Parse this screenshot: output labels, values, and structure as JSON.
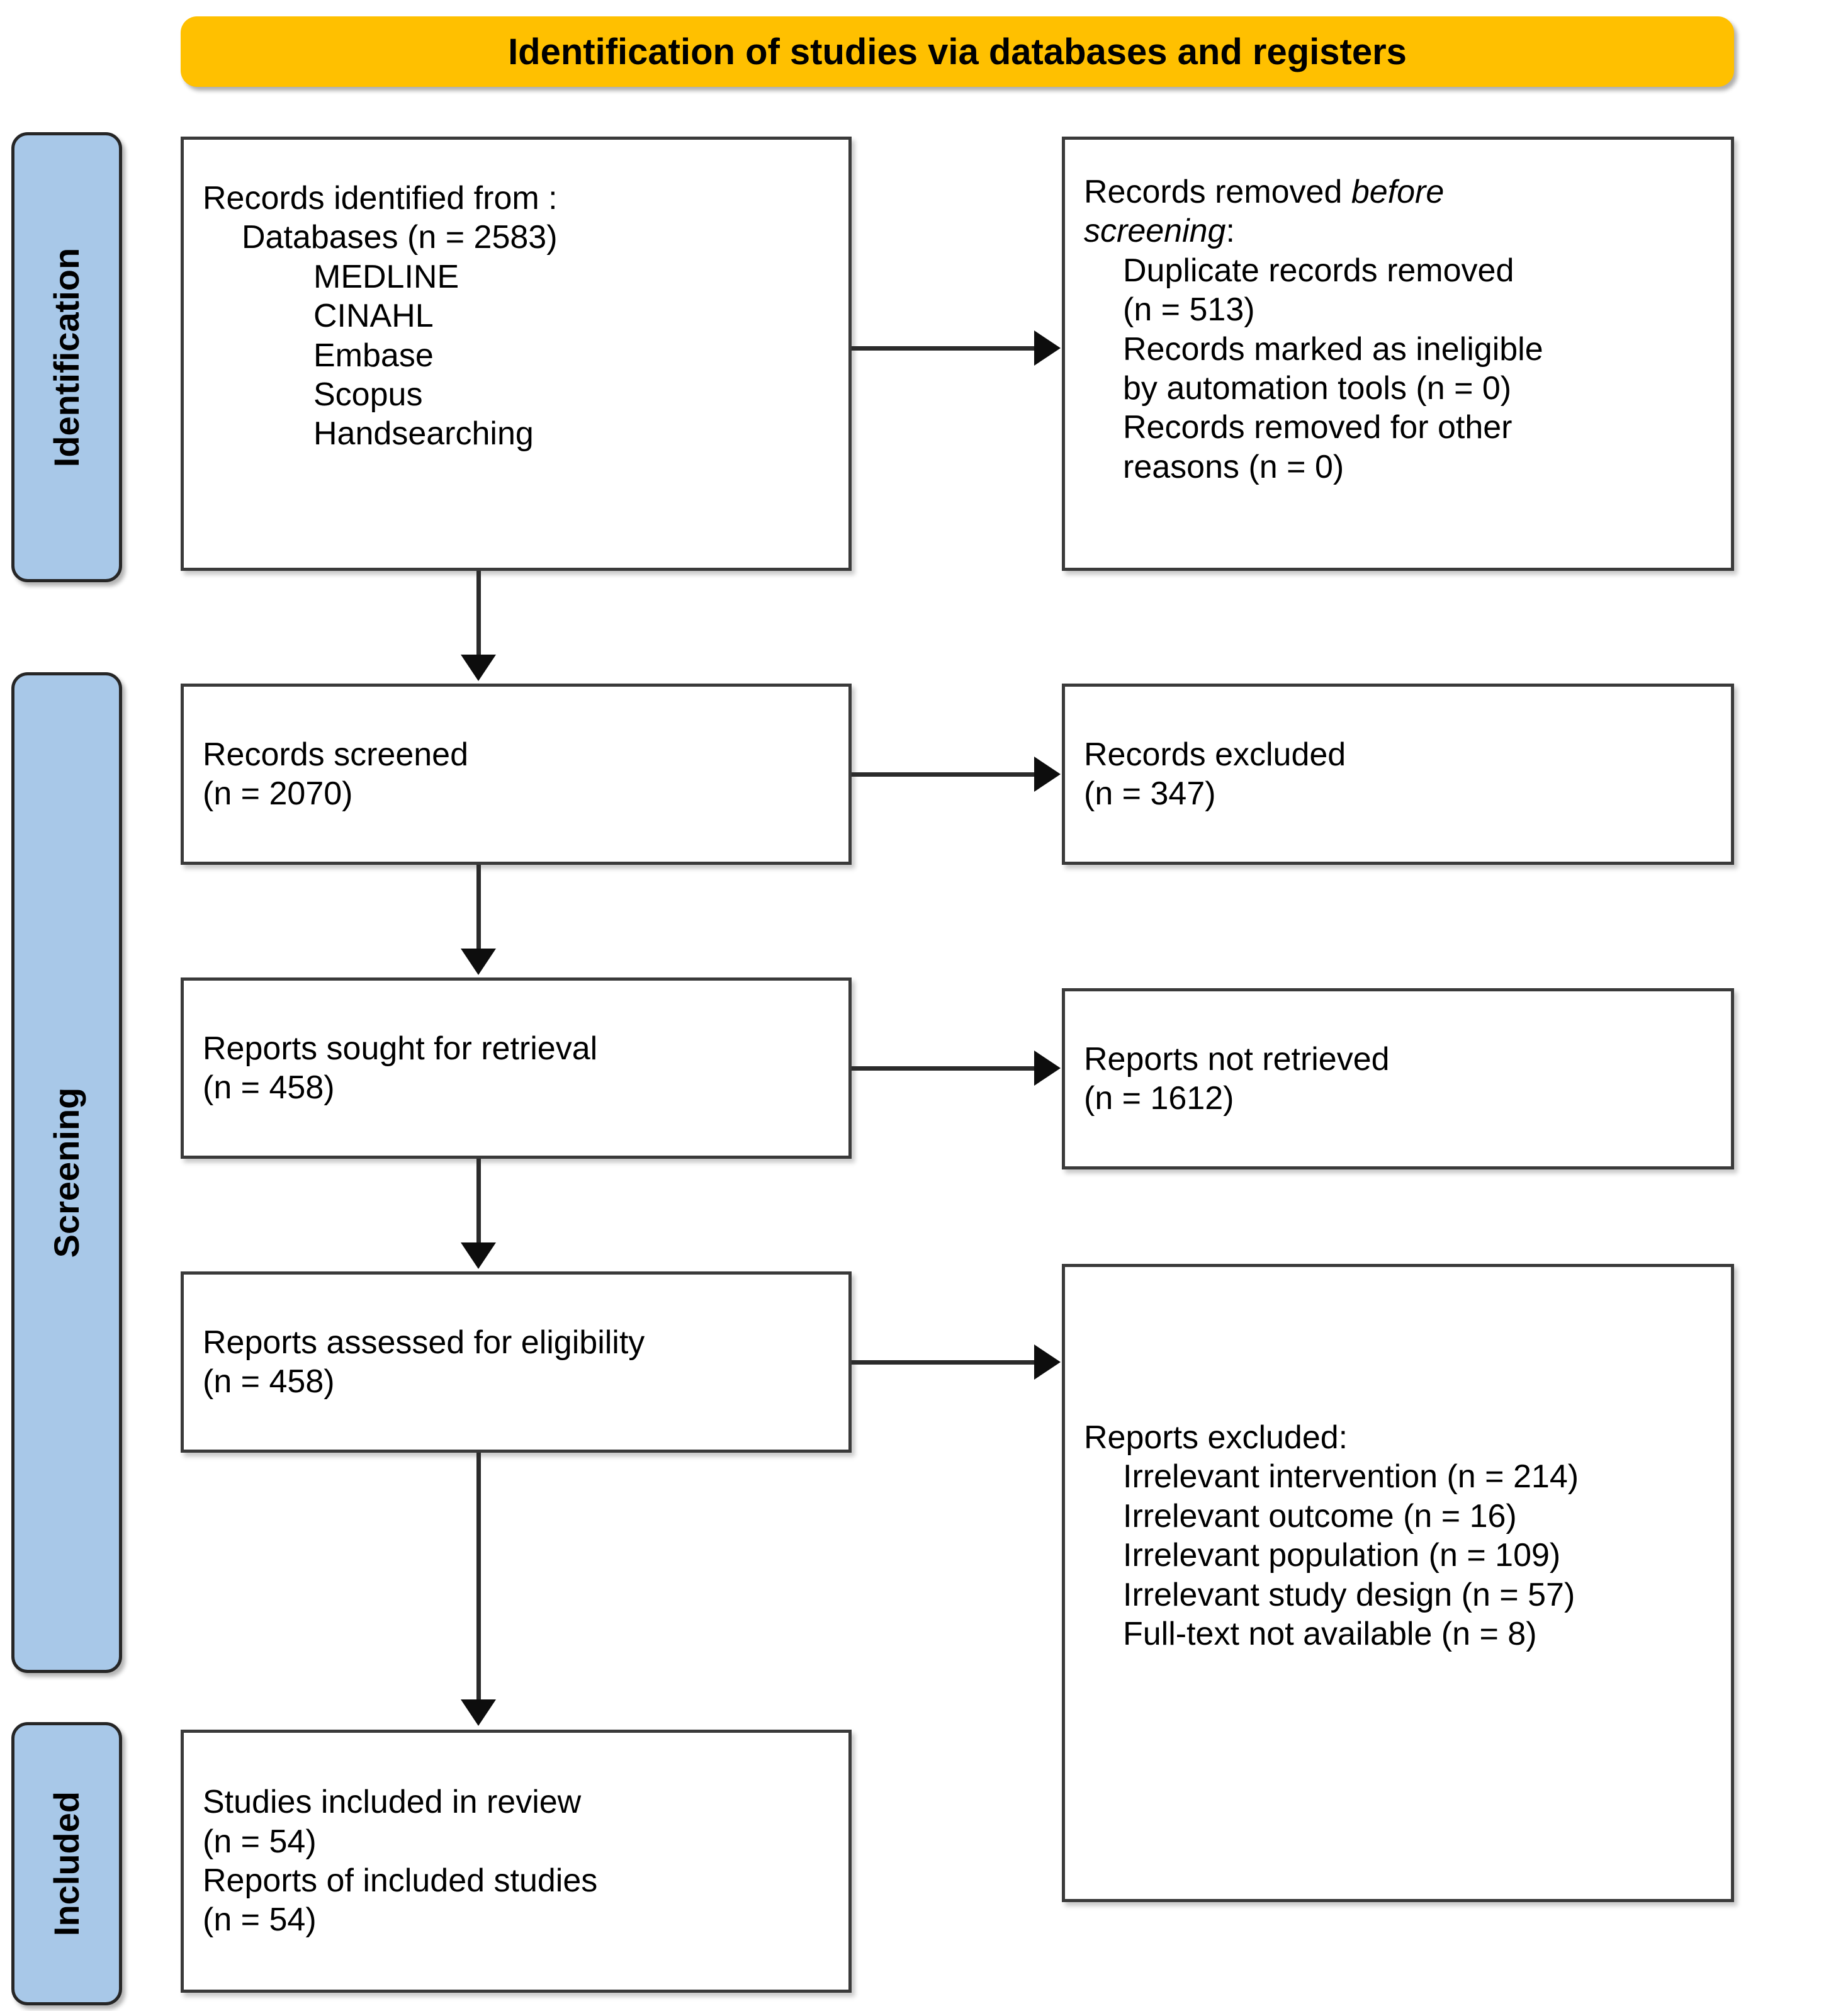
{
  "diagram": {
    "title": "Identification of studies via databases and registers",
    "colors": {
      "banner_fill": "#FFC000",
      "phase_fill": "#A8C8E8",
      "box_border": "#3A3A3A",
      "connector": "#0D0D0D",
      "text": "#000000"
    },
    "phases": [
      {
        "label": "Identification"
      },
      {
        "label": "Screening"
      },
      {
        "label": "Included"
      }
    ],
    "boxes": {
      "identified": {
        "lines": [
          {
            "text": "Records identified from :",
            "indent": 0
          },
          {
            "text": "Databases (n = 2583)",
            "indent": 1
          },
          {
            "text": "MEDLINE",
            "indent": 2
          },
          {
            "text": "CINAHL",
            "indent": 2
          },
          {
            "text": "Embase",
            "indent": 2
          },
          {
            "text": "Scopus",
            "indent": 2
          },
          {
            "text": "Handsearching",
            "indent": 2
          }
        ]
      },
      "removed_before_screening": {
        "lines": [
          {
            "text": "Records removed ",
            "italic_text": "before",
            "indent": 0,
            "mixed": true
          },
          {
            "text": "screening",
            "suffix": ":",
            "indent": 0,
            "italic_lead": true
          },
          {
            "text": "Duplicate records removed",
            "indent": 1
          },
          {
            "text": "(n = 513)",
            "indent": 1
          },
          {
            "text": "Records marked as ineligible",
            "indent": 1
          },
          {
            "text": "by automation tools (n = 0)",
            "indent": 1
          },
          {
            "text": "Records removed for other",
            "indent": 1
          },
          {
            "text": "reasons (n = 0)",
            "indent": 1
          }
        ]
      },
      "records_screened": {
        "lines": [
          {
            "text": "Records screened",
            "indent": 0
          },
          {
            "text": "(n = 2070)",
            "indent": 0
          }
        ]
      },
      "records_excluded": {
        "lines": [
          {
            "text": "Records excluded",
            "indent": 0
          },
          {
            "text": "(n = 347)",
            "indent": 0
          }
        ]
      },
      "reports_sought": {
        "lines": [
          {
            "text": "Reports sought for retrieval",
            "indent": 0
          },
          {
            "text": "(n = 458)",
            "indent": 0
          }
        ]
      },
      "reports_not_retrieved": {
        "lines": [
          {
            "text": "Reports not retrieved",
            "indent": 0
          },
          {
            "text": "(n = 1612)",
            "indent": 0
          }
        ]
      },
      "reports_assessed": {
        "lines": [
          {
            "text": "Reports assessed for eligibility",
            "indent": 0
          },
          {
            "text": "(n = 458)",
            "indent": 0
          }
        ]
      },
      "reports_excluded": {
        "lines": [
          {
            "text": "Reports excluded:",
            "indent": 0
          },
          {
            "text": "Irrelevant intervention (n = 214)",
            "indent": 1
          },
          {
            "text": "Irrelevant outcome (n = 16)",
            "indent": 1
          },
          {
            "text": "Irrelevant population (n = 109)",
            "indent": 1
          },
          {
            "text": "Irrelevant study design (n = 57)",
            "indent": 1
          },
          {
            "text": "Full-text not available (n = 8)",
            "indent": 1
          }
        ]
      },
      "studies_included": {
        "lines": [
          {
            "text": "Studies included in review",
            "indent": 0
          },
          {
            "text": "(n = 54)",
            "indent": 0
          },
          {
            "text": "Reports of included studies",
            "indent": 0
          },
          {
            "text": "(n = 54)",
            "indent": 0
          }
        ]
      }
    },
    "counts": {
      "databases": 2583,
      "duplicates_removed": 513,
      "ineligible_automation": 0,
      "removed_other": 0,
      "screened": 2070,
      "excluded": 347,
      "sought_for_retrieval": 458,
      "not_retrieved": 1612,
      "assessed_for_eligibility": 458,
      "irrelevant_intervention": 214,
      "irrelevant_outcome": 16,
      "irrelevant_population": 109,
      "irrelevant_study_design": 57,
      "fulltext_not_available": 8,
      "studies_included": 54,
      "reports_included": 54
    }
  }
}
